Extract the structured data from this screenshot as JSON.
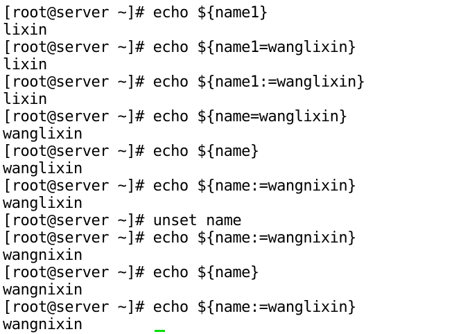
{
  "terminal": {
    "background_color": "#ffffff",
    "text_color": "#000000",
    "prompt": "[root@server ~]#",
    "lines": [
      {
        "type": "command",
        "text": "[root@server ~]# echo ${name1}"
      },
      {
        "type": "output",
        "text": "lixin"
      },
      {
        "type": "command",
        "text": "[root@server ~]# echo ${name1=wanglixin}"
      },
      {
        "type": "output",
        "text": "lixin"
      },
      {
        "type": "command",
        "text": "[root@server ~]# echo ${name1:=wanglixin}"
      },
      {
        "type": "output",
        "text": "lixin"
      },
      {
        "type": "command",
        "text": "[root@server ~]# echo ${name=wanglixin}"
      },
      {
        "type": "output",
        "text": "wanglixin"
      },
      {
        "type": "command",
        "text": "[root@server ~]# echo ${name}"
      },
      {
        "type": "output",
        "text": "wanglixin"
      },
      {
        "type": "command",
        "text": "[root@server ~]# echo ${name:=wangnixin}"
      },
      {
        "type": "output",
        "text": "wanglixin"
      },
      {
        "type": "command",
        "text": "[root@server ~]# unset name"
      },
      {
        "type": "command",
        "text": "[root@server ~]# echo ${name:=wangnixin}"
      },
      {
        "type": "output",
        "text": "wangnixin"
      },
      {
        "type": "command",
        "text": "[root@server ~]# echo ${name}"
      },
      {
        "type": "output",
        "text": "wangnixin"
      },
      {
        "type": "command",
        "text": "[root@server ~]# echo ${name:=wanglixin}"
      },
      {
        "type": "output",
        "text": "wangnixin"
      }
    ],
    "cursor": {
      "glyph": "_",
      "color": "#00dc00",
      "visible": true
    }
  }
}
